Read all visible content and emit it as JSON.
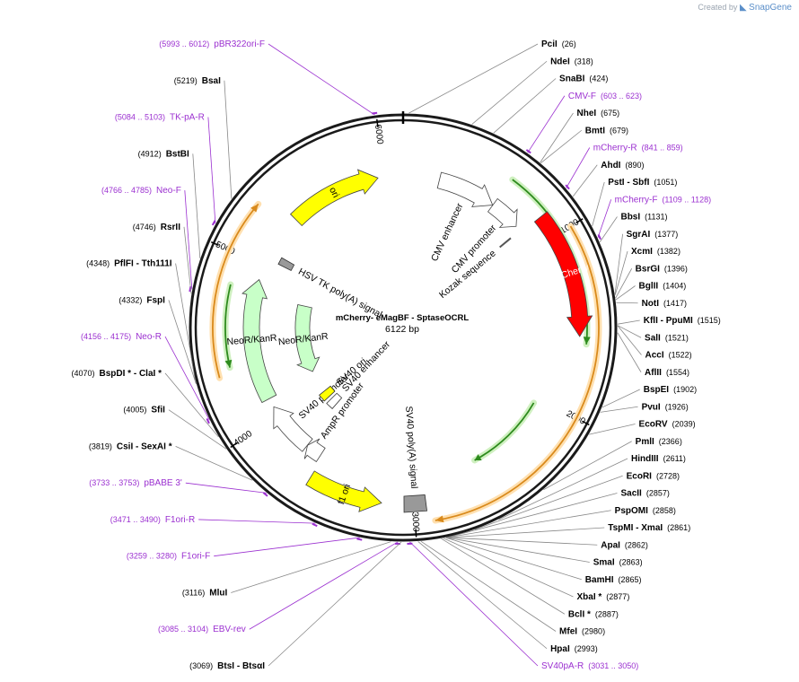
{
  "credit": {
    "prefix": "Created by",
    "brand": "SnapGene"
  },
  "plasmid": {
    "name": "mCherry- eMagBF - SptaseOCRL",
    "length_label": "6122 bp",
    "length": 6122
  },
  "ticks": [
    {
      "bp": 1000,
      "label": "1000"
    },
    {
      "bp": 2000,
      "label": "2000"
    },
    {
      "bp": 3000,
      "label": "3000"
    },
    {
      "bp": 4000,
      "label": "4000"
    },
    {
      "bp": 5000,
      "label": "5000"
    },
    {
      "bp": 6000,
      "label": "6000"
    }
  ],
  "features": [
    {
      "name": "ori",
      "label": "ori",
      "start": 5360,
      "end": 5960,
      "dir": 1,
      "track": 2,
      "color": "#ffff00",
      "shape": "arrow"
    },
    {
      "name": "cmv-enhancer",
      "label": "CMV enhancer",
      "start": 235,
      "end": 615,
      "dir": 1,
      "track": 2,
      "color": "#ffffff",
      "shape": "arrow"
    },
    {
      "name": "cmv-promoter",
      "label": "CMV promoter",
      "start": 616,
      "end": 819,
      "dir": 1,
      "track": 2,
      "color": "#ffffff",
      "shape": "arrow"
    },
    {
      "name": "kozak-sequence",
      "label": "Kozak sequence",
      "start": 855,
      "end": 865,
      "dir": 0,
      "track": 3,
      "color": "#999999",
      "shape": "line"
    },
    {
      "name": "mcherry",
      "label": "mCherry",
      "start": 870,
      "end": 1580,
      "dir": 1,
      "track": 1,
      "color": "#ff0000",
      "shape": "arrow"
    },
    {
      "name": "sv40-polya-signal",
      "label": "SV40 poly(A) signal",
      "start": 2935,
      "end": 3056,
      "dir": 0,
      "track": 1,
      "color": "#999999",
      "shape": "box"
    },
    {
      "name": "f1-ori",
      "label": "f1 ori",
      "start": 3180,
      "end": 3600,
      "dir": -1,
      "track": 1,
      "color": "#ffff00",
      "shape": "arrow"
    },
    {
      "name": "ampr-promoter",
      "label": "AmpR promoter",
      "start": 3620,
      "end": 3725,
      "dir": 1,
      "track": 2,
      "color": "#ffffff",
      "shape": "arrow"
    },
    {
      "name": "sv40-promoter",
      "label": "SV40 promoter",
      "start": 3726,
      "end": 4055,
      "dir": 1,
      "track": 2,
      "color": "#ffffff",
      "shape": "arrow"
    },
    {
      "name": "sv40-enhancer",
      "label": "SV40 enhancer",
      "start": 3760,
      "end": 3830,
      "dir": 0,
      "track": 4,
      "color": "#ffffff",
      "shape": "box"
    },
    {
      "name": "sv40-ori",
      "label": "SV40 ori",
      "start": 3860,
      "end": 3930,
      "dir": 0,
      "track": 4,
      "color": "#ffff00",
      "shape": "box"
    },
    {
      "name": "neor-kanr-inner",
      "label": "NeoR/KanR",
      "start": 4150,
      "end": 4800,
      "dir": -1,
      "track": 4,
      "color": "#c8ffc8",
      "shape": "arrow"
    },
    {
      "name": "neor-kanr-outer",
      "label": "NeoR/KanR",
      "start": 4115,
      "end": 4905,
      "dir": 1,
      "track": 2,
      "color": "#c8ffc8",
      "shape": "arrow"
    },
    {
      "name": "hsv-tk-polya-signal",
      "label": "HSV TK poly(A) signal",
      "start": 5050,
      "end": 5100,
      "dir": 0,
      "track": 3,
      "color": "#999999",
      "shape": "box"
    }
  ],
  "orfs": [
    {
      "name": "orf-orange-1",
      "start": 1000,
      "end": 2900,
      "dir": 1,
      "color": "#d98a1c",
      "halo": "#ffe0b0",
      "r": 218
    },
    {
      "name": "orf-green-1",
      "start": 620,
      "end": 1620,
      "dir": 1,
      "color": "#2e8b1e",
      "halo": "#cff0c0",
      "r": 205
    },
    {
      "name": "orf-green-2",
      "start": 2040,
      "end": 2580,
      "dir": 1,
      "color": "#2e8b1e",
      "halo": "#cff0c0",
      "r": 168
    },
    {
      "name": "orf-orange-2",
      "start": 4330,
      "end": 5280,
      "dir": 1,
      "color": "#d98a1c",
      "halo": "#ffe0b0",
      "r": 212
    },
    {
      "name": "orf-green-3",
      "start": 4370,
      "end": 4830,
      "dir": -1,
      "color": "#2e8b1e",
      "halo": "#cff0c0",
      "r": 198
    }
  ],
  "enzymes": [
    {
      "name": "PciI",
      "pos": 26,
      "pos_label": "(26)",
      "primer": false
    },
    {
      "name": "NdeI",
      "pos": 318,
      "pos_label": "(318)",
      "primer": false
    },
    {
      "name": "SnaBI",
      "pos": 424,
      "pos_label": "(424)",
      "primer": false
    },
    {
      "name": "CMV-F",
      "pos": 603,
      "pos_label": "(603 .. 623)",
      "primer": true
    },
    {
      "name": "NheI",
      "pos": 675,
      "pos_label": "(675)",
      "primer": false
    },
    {
      "name": "BmtI",
      "pos": 679,
      "pos_label": "(679)",
      "primer": false
    },
    {
      "name": "mCherry-R",
      "pos": 841,
      "pos_label": "(841 .. 859)",
      "primer": true
    },
    {
      "name": "AhdI",
      "pos": 890,
      "pos_label": "(890)",
      "primer": false
    },
    {
      "name": "PstI - SbfI",
      "pos": 1051,
      "pos_label": "(1051)",
      "primer": false
    },
    {
      "name": "mCherry-F",
      "pos": 1109,
      "pos_label": "(1109 .. 1128)",
      "primer": true
    },
    {
      "name": "BbsI",
      "pos": 1131,
      "pos_label": "(1131)",
      "primer": false
    },
    {
      "name": "SgrAI",
      "pos": 1377,
      "pos_label": "(1377)",
      "primer": false
    },
    {
      "name": "XcmI",
      "pos": 1382,
      "pos_label": "(1382)",
      "primer": false
    },
    {
      "name": "BsrGI",
      "pos": 1396,
      "pos_label": "(1396)",
      "primer": false
    },
    {
      "name": "BglII",
      "pos": 1404,
      "pos_label": "(1404)",
      "primer": false
    },
    {
      "name": "NotI",
      "pos": 1417,
      "pos_label": "(1417)",
      "primer": false
    },
    {
      "name": "KflI - PpuMI",
      "pos": 1515,
      "pos_label": "(1515)",
      "primer": false
    },
    {
      "name": "SalI",
      "pos": 1521,
      "pos_label": "(1521)",
      "primer": false
    },
    {
      "name": "AccI",
      "pos": 1522,
      "pos_label": "(1522)",
      "primer": false
    },
    {
      "name": "AflII",
      "pos": 1554,
      "pos_label": "(1554)",
      "primer": false
    },
    {
      "name": "BspEI",
      "pos": 1902,
      "pos_label": "(1902)",
      "primer": false
    },
    {
      "name": "PvuI",
      "pos": 1926,
      "pos_label": "(1926)",
      "primer": false
    },
    {
      "name": "EcoRV",
      "pos": 2039,
      "pos_label": "(2039)",
      "primer": false
    },
    {
      "name": "PmlI",
      "pos": 2366,
      "pos_label": "(2366)",
      "primer": false
    },
    {
      "name": "HindIII",
      "pos": 2611,
      "pos_label": "(2611)",
      "primer": false
    },
    {
      "name": "EcoRI",
      "pos": 2728,
      "pos_label": "(2728)",
      "primer": false
    },
    {
      "name": "SacII",
      "pos": 2857,
      "pos_label": "(2857)",
      "primer": false
    },
    {
      "name": "PspOMI",
      "pos": 2858,
      "pos_label": "(2858)",
      "primer": false
    },
    {
      "name": "TspMI - XmaI",
      "pos": 2861,
      "pos_label": "(2861)",
      "primer": false
    },
    {
      "name": "ApaI",
      "pos": 2862,
      "pos_label": "(2862)",
      "primer": false
    },
    {
      "name": "SmaI",
      "pos": 2863,
      "pos_label": "(2863)",
      "primer": false
    },
    {
      "name": "BamHI",
      "pos": 2865,
      "pos_label": "(2865)",
      "primer": false
    },
    {
      "name": "XbaI *",
      "pos": 2877,
      "pos_label": "(2877)",
      "primer": false
    },
    {
      "name": "BclI *",
      "pos": 2887,
      "pos_label": "(2887)",
      "primer": false
    },
    {
      "name": "MfeI",
      "pos": 2980,
      "pos_label": "(2980)",
      "primer": false
    },
    {
      "name": "HpaI",
      "pos": 2993,
      "pos_label": "(2993)",
      "primer": false
    },
    {
      "name": "SV40pA-R",
      "pos": 3031,
      "pos_label": "(3031 .. 3050)",
      "primer": true
    },
    {
      "name": "BtsI - BtsαI",
      "pos": 3069,
      "pos_label": "(3069)",
      "primer": false
    },
    {
      "name": "EBV-rev",
      "pos": 3085,
      "pos_label": "(3085 .. 3104)",
      "primer": true
    },
    {
      "name": "MluI",
      "pos": 3116,
      "pos_label": "(3116)",
      "primer": false
    },
    {
      "name": "F1ori-F",
      "pos": 3259,
      "pos_label": "(3259 .. 3280)",
      "primer": true
    },
    {
      "name": "F1ori-R",
      "pos": 3471,
      "pos_label": "(3471 .. 3490)",
      "primer": true
    },
    {
      "name": "pBABE 3'",
      "pos": 3733,
      "pos_label": "(3733 .. 3753)",
      "primer": true
    },
    {
      "name": "CsiI - SexAI *",
      "pos": 3819,
      "pos_label": "(3819)",
      "primer": false
    },
    {
      "name": "SfiI",
      "pos": 4005,
      "pos_label": "(4005)",
      "primer": false
    },
    {
      "name": "BspDI * - ClaI *",
      "pos": 4070,
      "pos_label": "(4070)",
      "primer": false
    },
    {
      "name": "Neo-R",
      "pos": 4156,
      "pos_label": "(4156 .. 4175)",
      "primer": true
    },
    {
      "name": "FspI",
      "pos": 4332,
      "pos_label": "(4332)",
      "primer": false
    },
    {
      "name": "PflFI - Tth111I",
      "pos": 4348,
      "pos_label": "(4348)",
      "primer": false
    },
    {
      "name": "RsrII",
      "pos": 4746,
      "pos_label": "(4746)",
      "primer": false
    },
    {
      "name": "Neo-F",
      "pos": 4766,
      "pos_label": "(4766 .. 4785)",
      "primer": true
    },
    {
      "name": "BstBI",
      "pos": 4912,
      "pos_label": "(4912)",
      "primer": false
    },
    {
      "name": "TK-pA-R",
      "pos": 5084,
      "pos_label": "(5084 .. 5103)",
      "primer": true
    },
    {
      "name": "BsaI",
      "pos": 5219,
      "pos_label": "(5219)",
      "primer": false
    },
    {
      "name": "pBR322ori-F",
      "pos": 5993,
      "pos_label": "(5993 .. 6012)",
      "primer": true
    }
  ],
  "colors": {
    "backbone": "#1a1a1a",
    "primer": "#9b30d0",
    "enzyme_text": "#000000",
    "leader": "#888888"
  }
}
